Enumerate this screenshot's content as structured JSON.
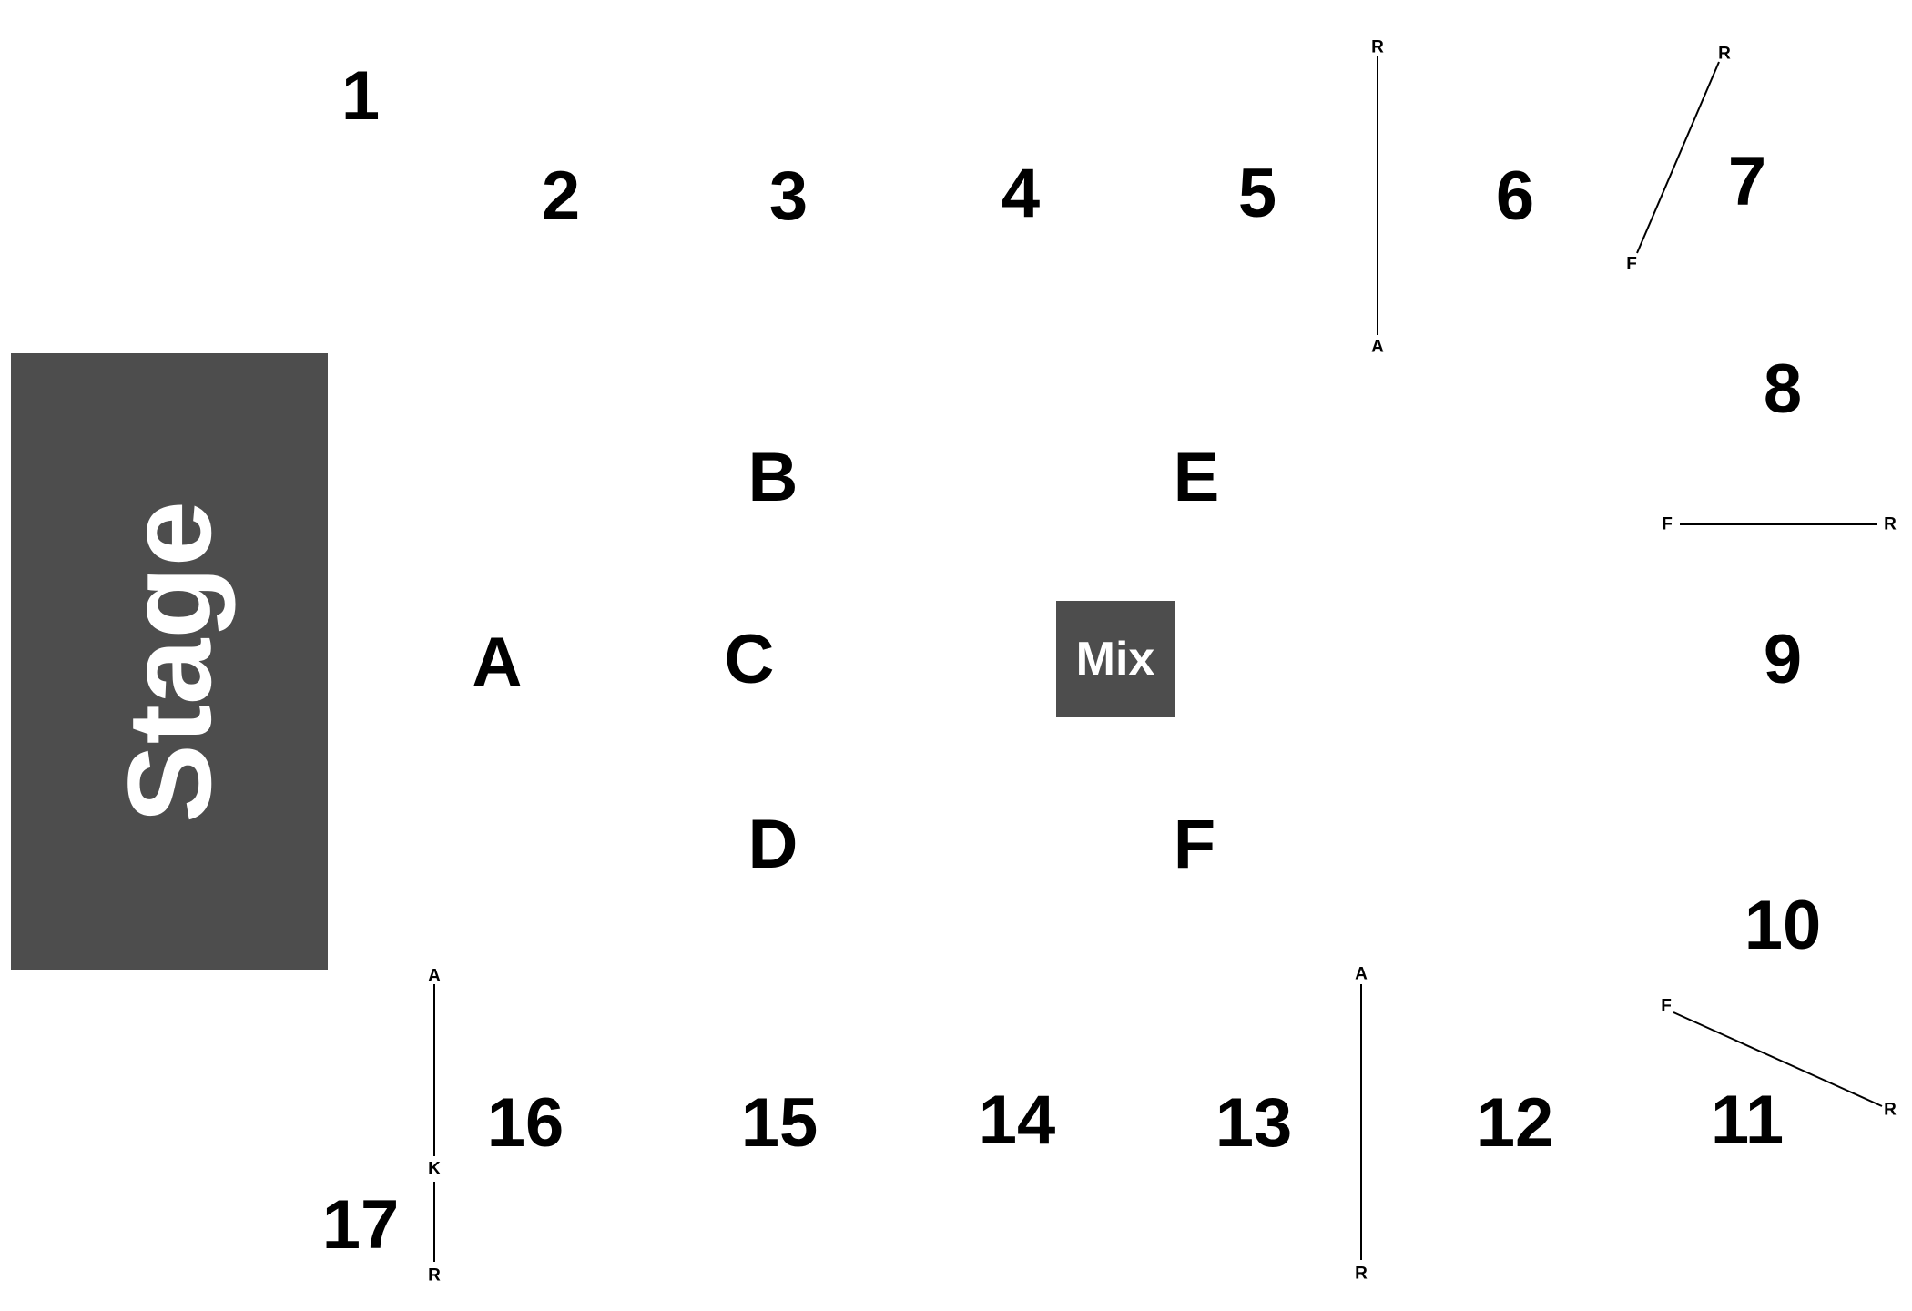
{
  "stage": {
    "label": "Stage"
  },
  "mix": {
    "label": "Mix"
  },
  "sections": [
    "1",
    "2",
    "3",
    "4",
    "5",
    "6",
    "7",
    "8",
    "9",
    "10",
    "11",
    "12",
    "13",
    "14",
    "15",
    "16",
    "17"
  ],
  "zones": [
    "A",
    "B",
    "C",
    "D",
    "E",
    "F"
  ],
  "markers": {
    "line_5_6": {
      "top": "R",
      "bottom": "A"
    },
    "line_6_7": {
      "top": "R",
      "bottom": "F"
    },
    "line_8_9": {
      "left": "F",
      "right": "R"
    },
    "line_10_11": {
      "left": "F",
      "right": "R"
    },
    "line_12_13": {
      "top": "A",
      "bottom": "R"
    },
    "line_16_17": {
      "top": "A",
      "middle": "K",
      "bottom": "R"
    }
  },
  "colors": {
    "block": "#4d4d4d",
    "text": "#000000",
    "line": "#000000"
  }
}
